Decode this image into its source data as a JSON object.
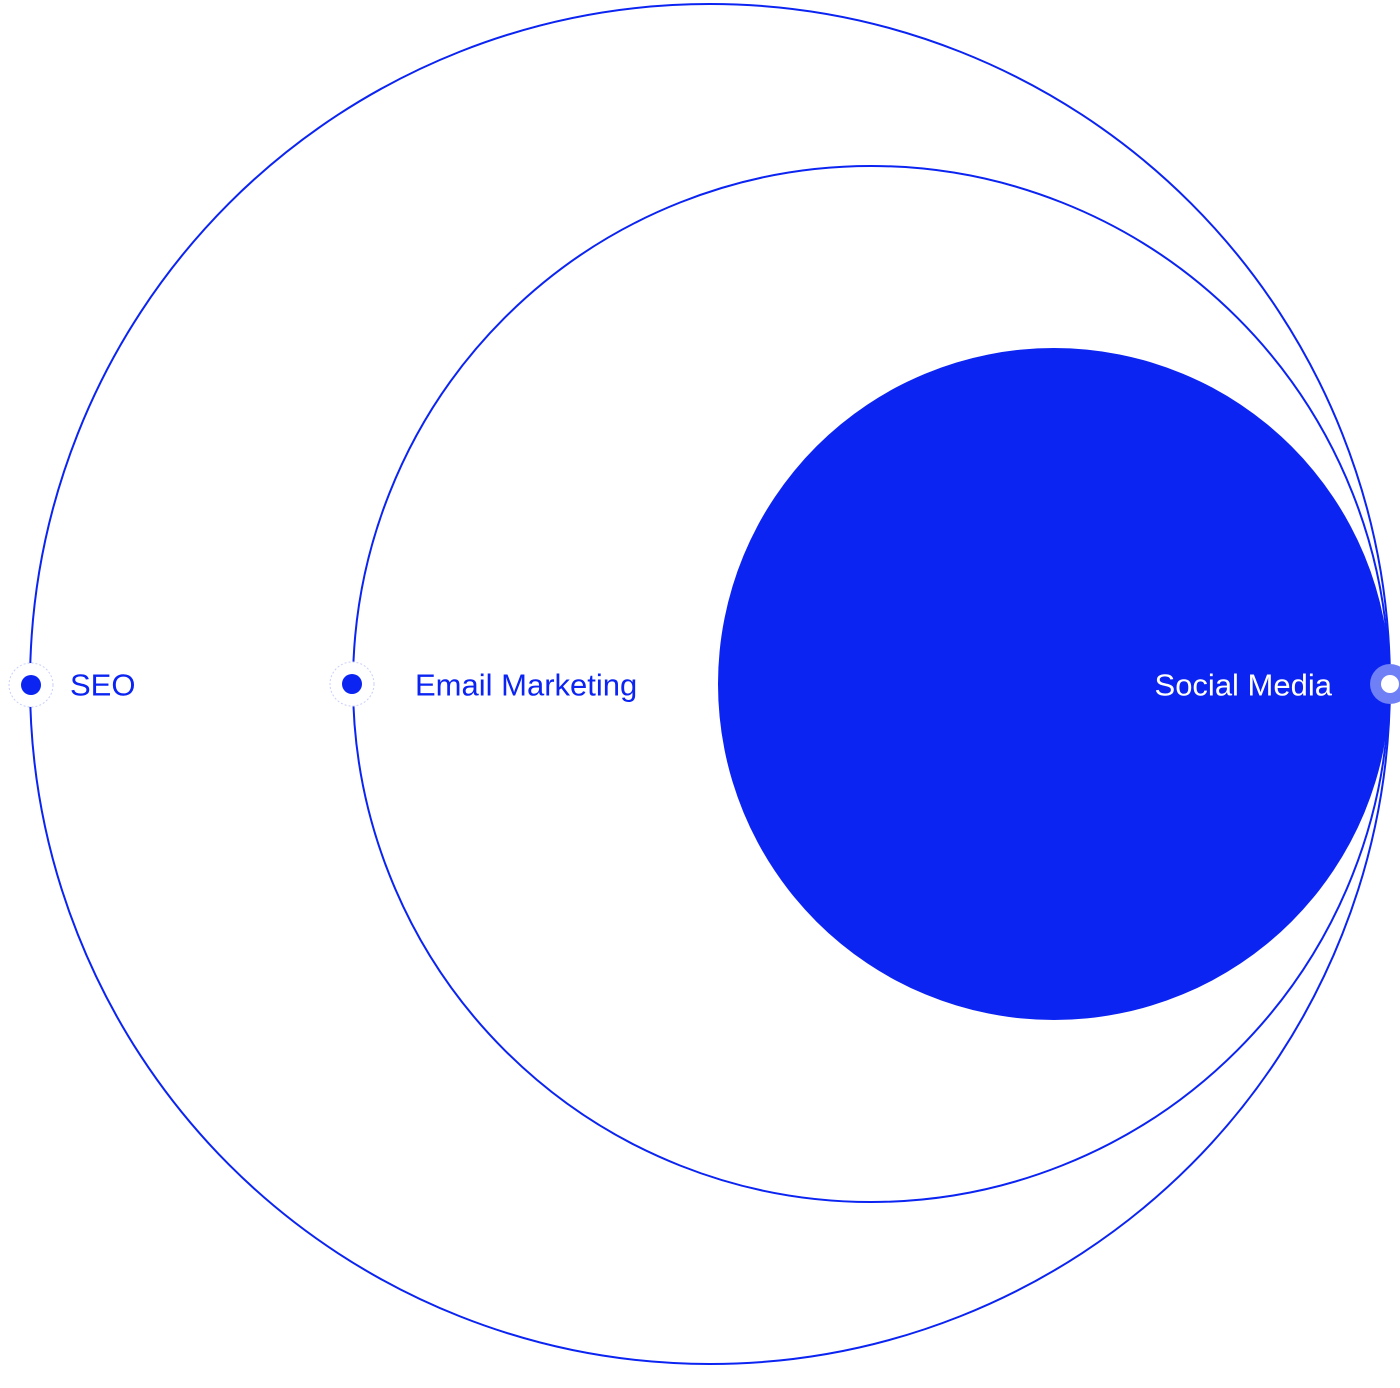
{
  "colors": {
    "accent": "#0b24f2",
    "background": "#ffffff",
    "inverse_text": "#ffffff"
  },
  "diagram": {
    "rings": [
      {
        "id": "seo",
        "label": "SEO",
        "style": "outline"
      },
      {
        "id": "email",
        "label": "Email Marketing",
        "style": "outline"
      },
      {
        "id": "social",
        "label": "Social Media",
        "style": "filled"
      }
    ]
  }
}
